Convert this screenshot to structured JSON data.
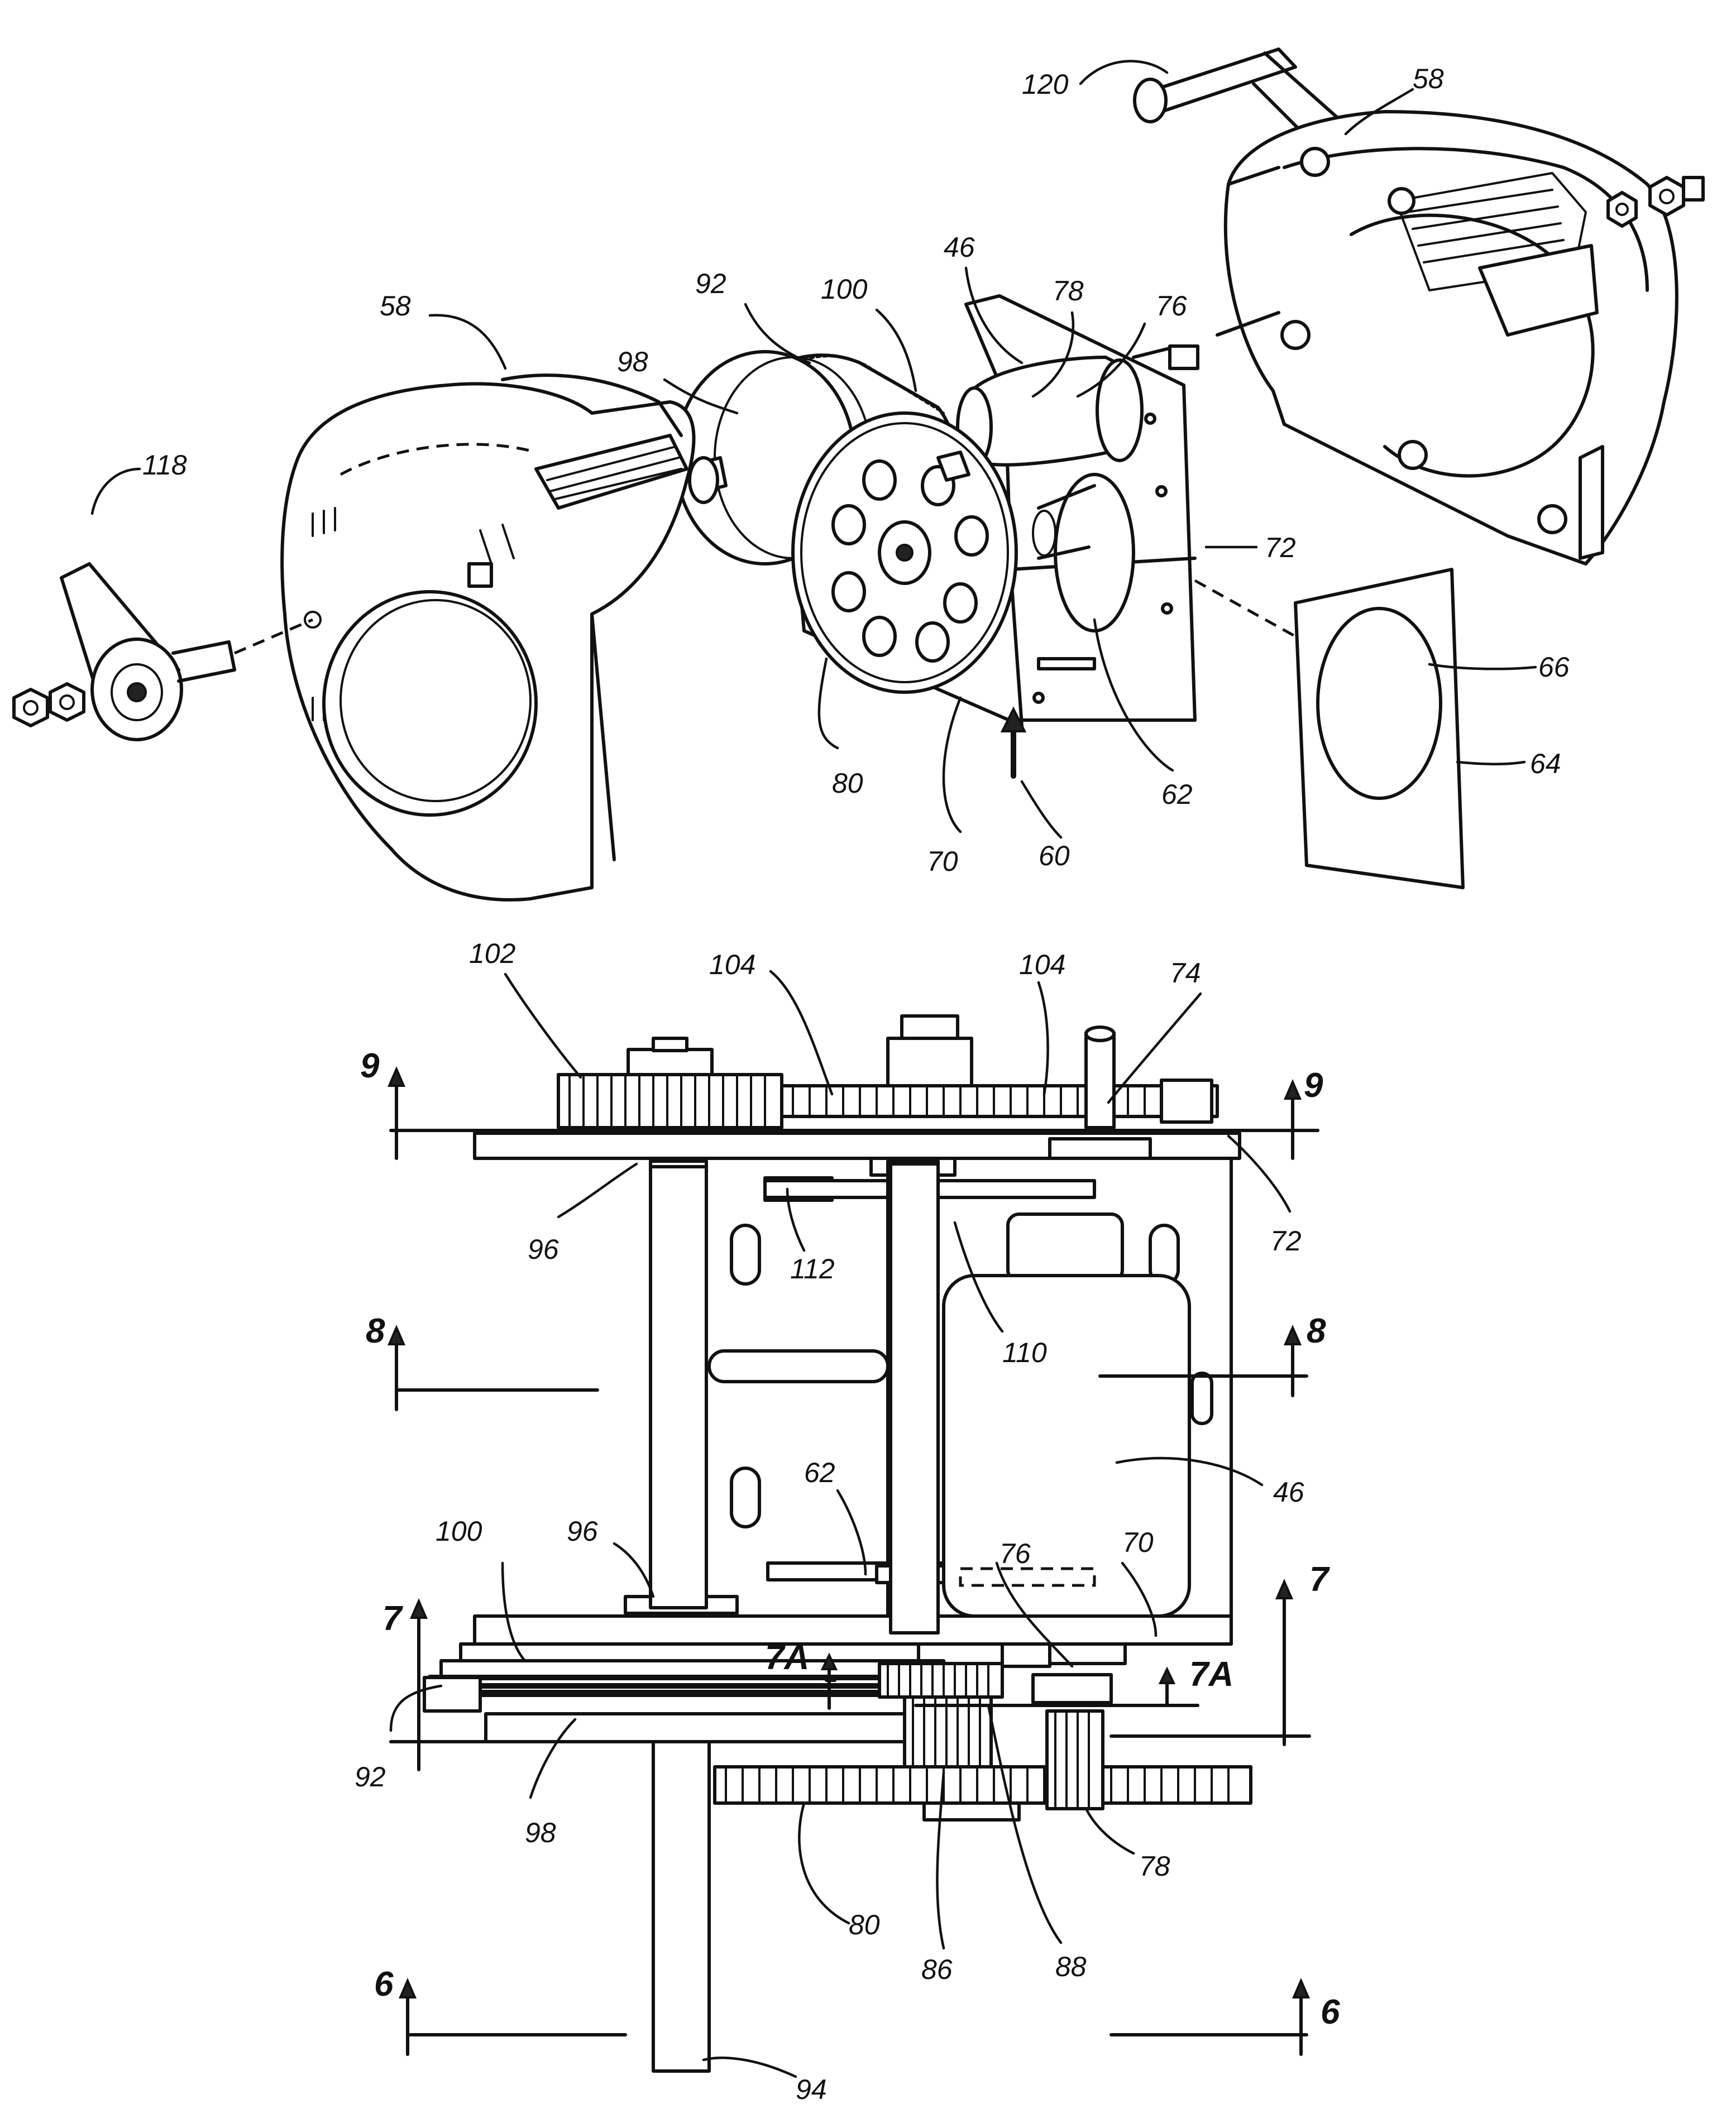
{
  "figures": [
    {
      "id": "exploded-view",
      "labels": [
        "120",
        "58",
        "46",
        "92",
        "100",
        "78",
        "76",
        "98",
        "58",
        "118",
        "72",
        "66",
        "64",
        "62",
        "80",
        "70",
        "60"
      ]
    },
    {
      "id": "side-view",
      "labels": [
        "102",
        "104",
        "104",
        "74",
        "96",
        "112",
        "72",
        "110",
        "46",
        "62",
        "96",
        "100",
        "76",
        "70",
        "92",
        "98",
        "80",
        "86",
        "88",
        "78",
        "94"
      ],
      "section_marks": [
        "9",
        "9",
        "8",
        "8",
        "7",
        "7",
        "7A",
        "7A",
        "6",
        "6"
      ]
    }
  ]
}
